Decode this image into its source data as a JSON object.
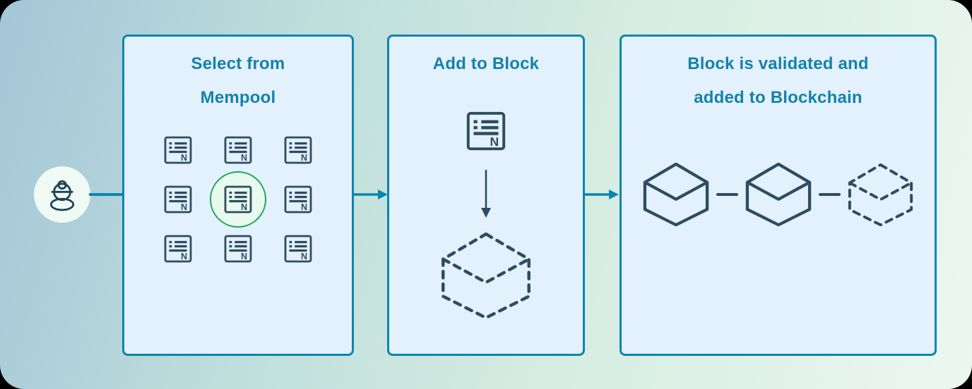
{
  "panels": [
    {
      "id": "mempool",
      "title_lines": [
        "Select from",
        "Mempool"
      ],
      "grid": {
        "rows": 3,
        "cols": 3,
        "transaction_count": 9,
        "selected_cell": 5
      }
    },
    {
      "id": "add_to_block",
      "title_lines": [
        "Add to Block"
      ],
      "elements": [
        "transaction-icon",
        "arrow-down",
        "dashed-block"
      ]
    },
    {
      "id": "blockchain",
      "title_lines": [
        "Block is validated and",
        "added to Blockchain"
      ],
      "blocks": [
        "solid",
        "solid",
        "dashed"
      ]
    }
  ],
  "icons": {
    "miner": "miner-person-icon",
    "transaction": "transaction-document-icon",
    "transaction_label": "N",
    "block_solid": "cube-block-icon",
    "block_dashed": "cube-block-dashed-icon"
  },
  "colors": {
    "panel_border": "#0a86ad",
    "panel_bg": "#e3f1fc",
    "title_text": "#1581ac",
    "icon_stroke": "#2d4d60",
    "selected_ring": "#21a55d",
    "selected_ring_bg": "#e8f9ee",
    "arrow": "#0a86ad",
    "miner_badge_bg": "#eefaf3",
    "background_gradient": [
      "#a4c6d8",
      "#c0dfdc",
      "#d8eee2",
      "#ecf7ef"
    ]
  }
}
